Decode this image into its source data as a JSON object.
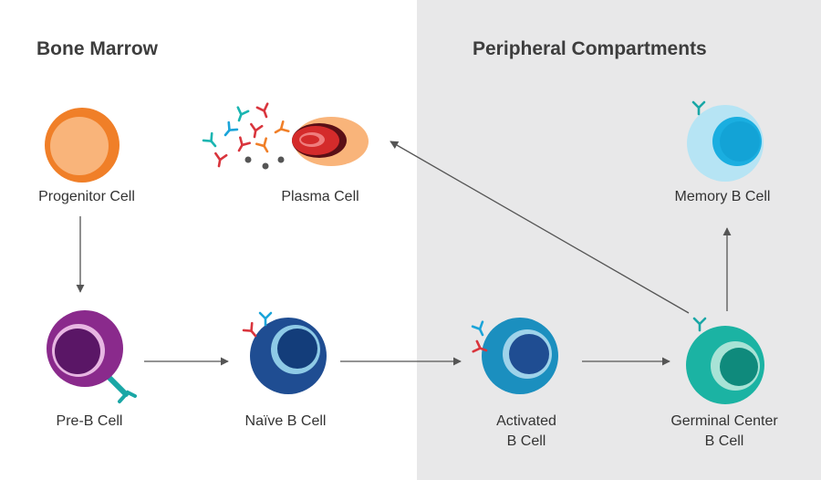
{
  "sections": {
    "left_title": "Bone Marrow",
    "right_title": "Peripheral Compartments"
  },
  "cells": {
    "progenitor": "Progenitor Cell",
    "plasma": "Plasma Cell",
    "memory": "Memory B Cell",
    "pre_b": "Pre-B Cell",
    "naive": "Naïve B Cell",
    "activated_line1": "Activated",
    "activated_line2": "B Cell",
    "germinal_line1": "Germinal Center",
    "germinal_line2": "B Cell"
  },
  "colors": {
    "progenitor": "#f07f28",
    "pre_b": "#8a2a8c",
    "naive": "#1f4d92",
    "activated": "#1b8fbf",
    "germinal": "#1bb3a3",
    "memory": "#1aaee0",
    "plasma": "#d42b2b",
    "antibody_red": "#d9353d",
    "antibody_teal": "#1ab5b1",
    "antibody_blue": "#1aa4d9",
    "arrow": "#555555",
    "bg_right": "#e8e8e9"
  }
}
